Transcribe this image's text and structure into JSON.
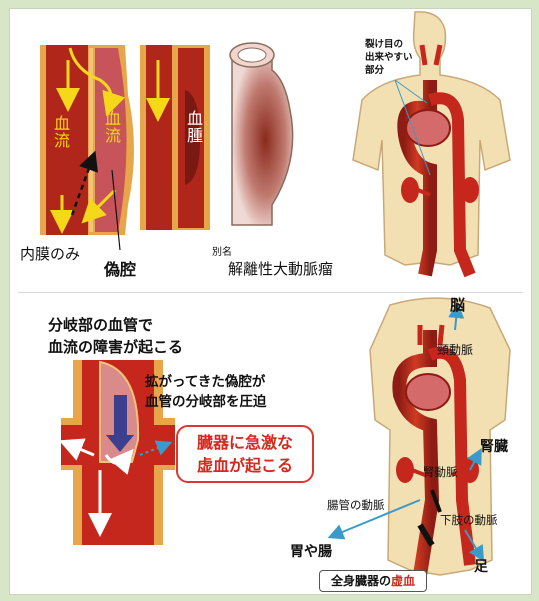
{
  "top_diagram": {
    "blood_flow_left": "血流",
    "blood_flow_right": "血流",
    "hematoma": "血腫",
    "intima_only": "内膜のみ",
    "false_lumen": "偽腔",
    "alias": "別名",
    "aneurysm_name": "解離性大動脈瘤",
    "tear_note": [
      "裂け目の",
      "出来やすい",
      "部分"
    ]
  },
  "bottom_diagram": {
    "title": [
      "分岐部の血管で",
      "血流の障害が起こる"
    ],
    "compression_note": [
      "拡がってきた偽腔が",
      "血管の分岐部を圧迫"
    ],
    "ischemia_callout": {
      "line1": "臓器に急激な",
      "line2_red": "虚血",
      "line2_rest": "が起こる"
    },
    "brain": "脳",
    "carotid": "頸動脈",
    "kidney": "腎臓",
    "renal_artery": "腎動脈",
    "intestinal_artery": "腸管の動脈",
    "leg_artery": "下肢の動脈",
    "stomach_intestine": "胃や腸",
    "foot": "足",
    "summary_prefix": "全身臓器の",
    "summary_red": "虚血"
  },
  "colors": {
    "artery_red": "#c6271d",
    "dark_red": "#7a1812",
    "vessel_wall": "#e8a64a",
    "skin": "#f3e0b2",
    "accent_red": "#d42a1e",
    "arrow_blue": "#3a9ac9"
  }
}
